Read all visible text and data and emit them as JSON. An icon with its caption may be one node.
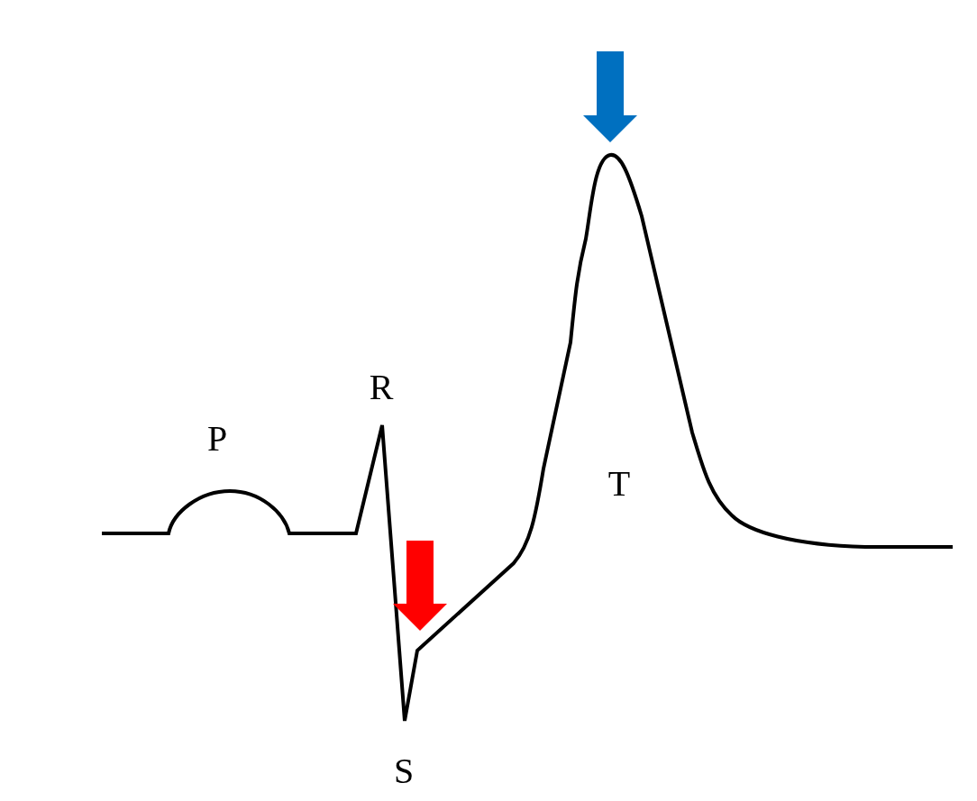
{
  "diagram": {
    "labels": [
      "R",
      "P",
      "T",
      "S"
    ]
  }
}
